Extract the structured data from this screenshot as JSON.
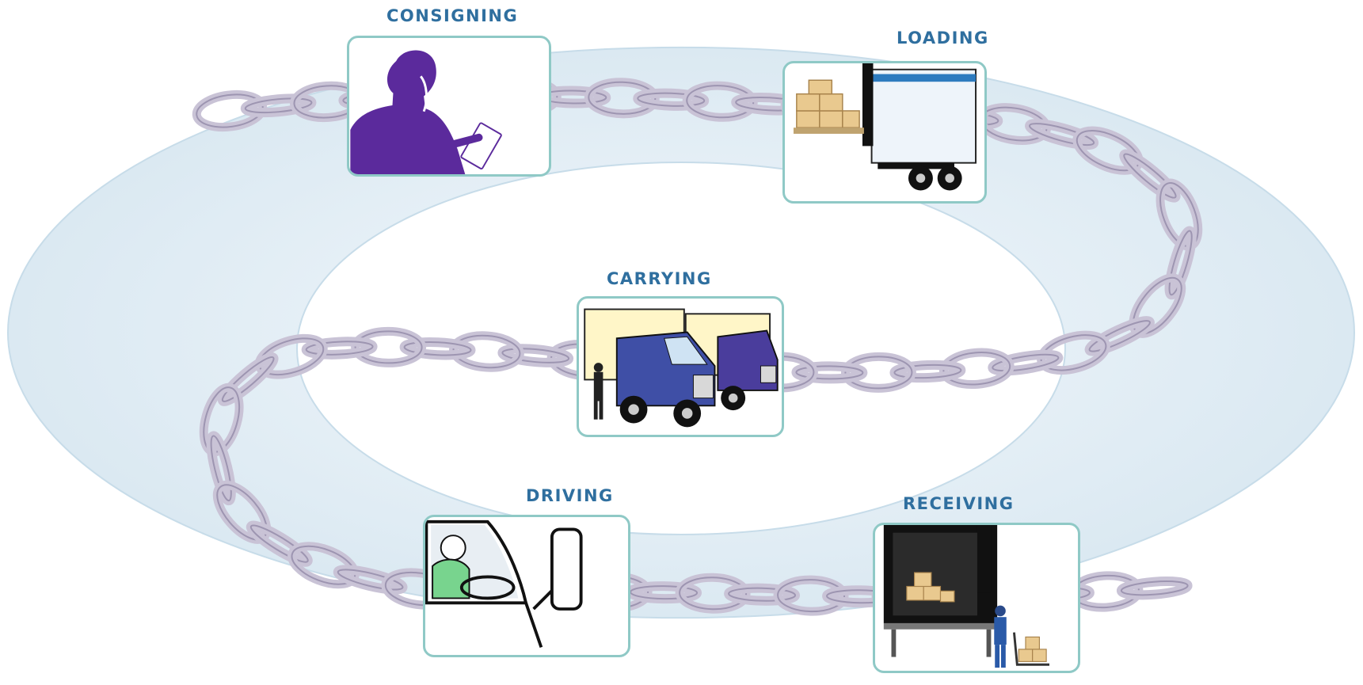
{
  "diagram": {
    "stages": [
      {
        "id": "consigning",
        "label": "CONSIGNING",
        "icon": "businessman-on-phone-icon"
      },
      {
        "id": "loading",
        "label": "LOADING",
        "icon": "trailer-loading-icon"
      },
      {
        "id": "carrying",
        "label": "CARRYING",
        "icon": "trucks-icon"
      },
      {
        "id": "driving",
        "label": "DRIVING",
        "icon": "driver-cab-icon"
      },
      {
        "id": "receiving",
        "label": "RECEIVING",
        "icon": "trailer-unloading-icon"
      }
    ],
    "colors": {
      "label_text": "#2f6f9f",
      "panel_border": "#8fc9c6",
      "ring_fill": "#dbe8f1",
      "chain": "#c9c3d6",
      "chain_dark": "#9d95b1",
      "silhouette": "#5b2a9c",
      "truck_cab": "#3f4fa6",
      "truck_box": "#fff6c8"
    }
  }
}
